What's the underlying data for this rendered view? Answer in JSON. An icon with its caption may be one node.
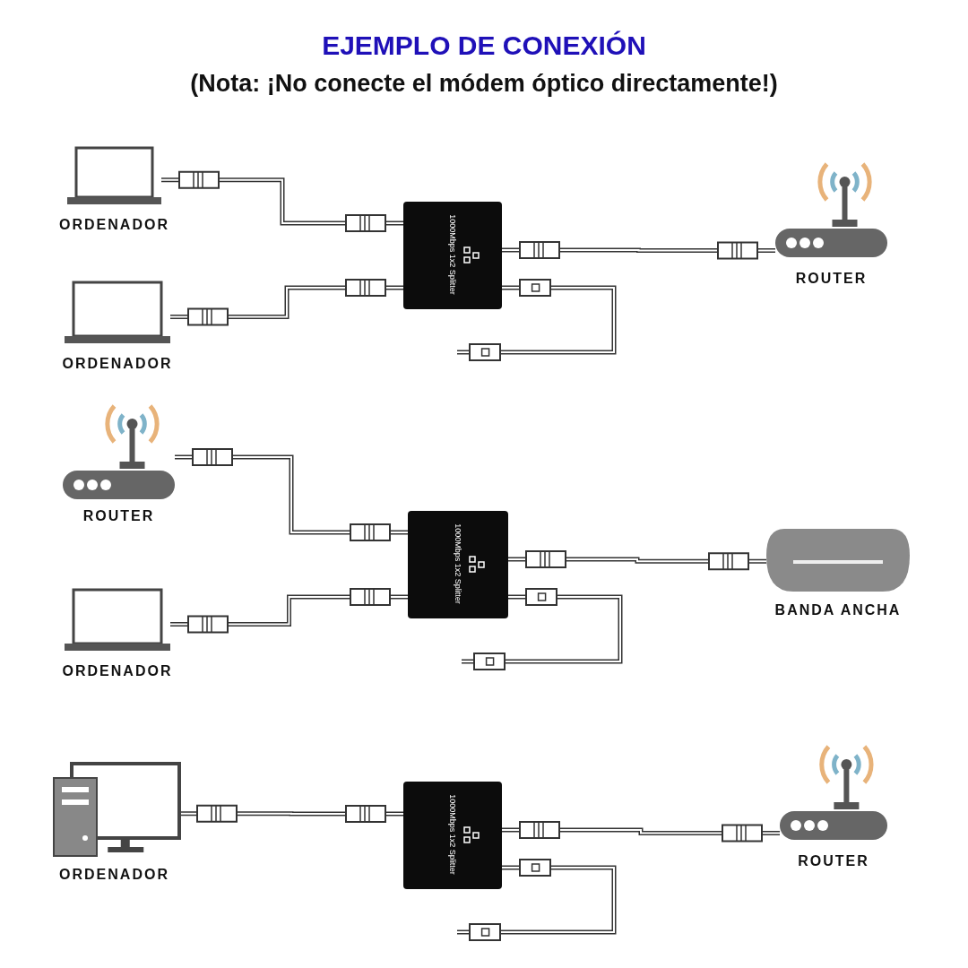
{
  "diagram": {
    "title": "EJEMPLO DE CONEXIÓN",
    "nodes": [
      {
        "text": [
          "ORDENADOR"
        ]
      },
      {
        "text": [
          "ORDENADOR"
        ]
      },
      {
        "text": [
          "1000Mbps 1x2 Splitter"
        ]
      },
      {
        "text": [
          "ROUTER"
        ]
      },
      {
        "text": [
          "ROUTER"
        ]
      },
      {
        "text": [
          "ORDENADOR"
        ]
      },
      {
        "text": [
          "1000Mbps 1x2 Splitter"
        ]
      },
      {
        "text": [
          "BANDA ANCHA"
        ]
      },
      {
        "text": [
          "ORDENADOR"
        ]
      },
      {
        "text": [
          "1000Mbps 1x2 Splitter"
        ]
      },
      {
        "text": [
          "ROUTER"
        ]
      }
    ],
    "edges": [
      {
        "from": 0,
        "to": 2,
        "arrow": "none"
      },
      {
        "from": 1,
        "to": 2,
        "arrow": "none"
      },
      {
        "from": 2,
        "to": 3,
        "arrow": "none"
      },
      {
        "from": 2,
        "to": null,
        "arrow": "none"
      },
      {
        "from": 4,
        "to": 6,
        "arrow": "none"
      },
      {
        "from": 5,
        "to": 6,
        "arrow": "none"
      },
      {
        "from": 6,
        "to": 7,
        "arrow": "none"
      },
      {
        "from": 6,
        "to": null,
        "arrow": "none"
      },
      {
        "from": 8,
        "to": 9,
        "arrow": "none"
      },
      {
        "from": 9,
        "to": 10,
        "arrow": "none"
      },
      {
        "from": 9,
        "to": null,
        "arrow": "none"
      }
    ],
    "labels": [
      "(Nota: ¡No conecte el módem óptico directamente!)"
    ]
  }
}
